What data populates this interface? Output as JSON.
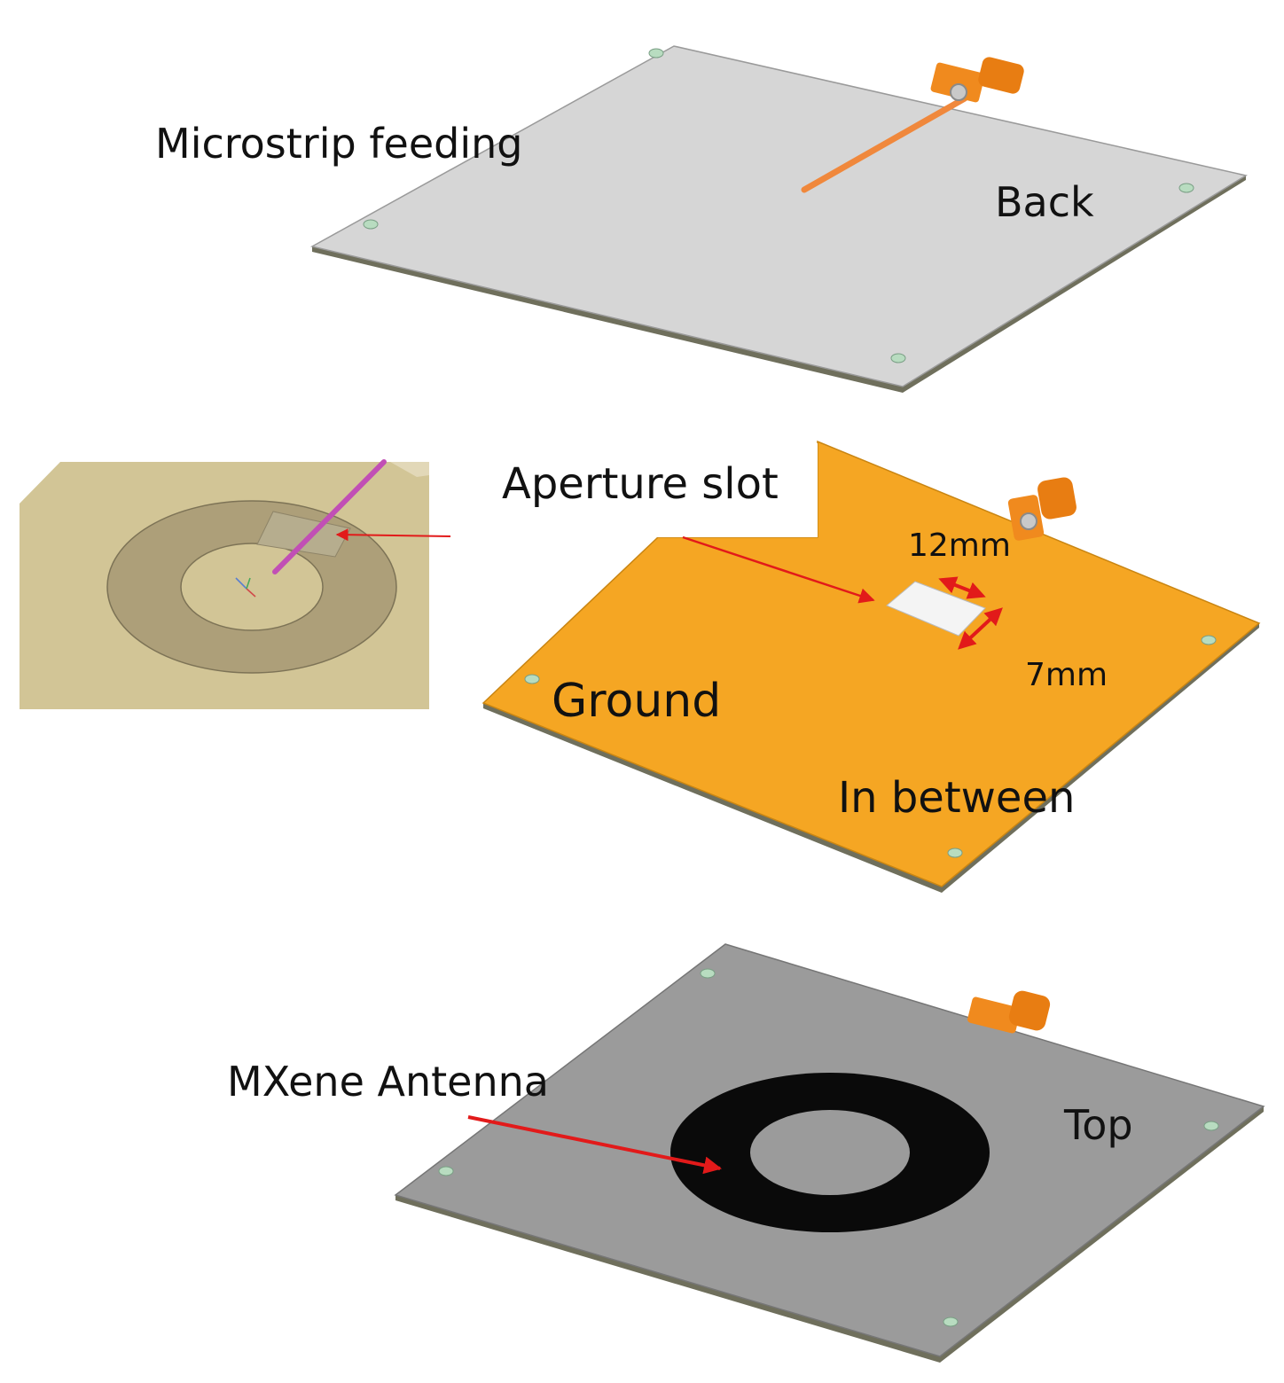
{
  "labels": {
    "microstrip_feeding": "Microstrip feeding",
    "back": "Back",
    "aperture_slot": "Aperture slot",
    "slot_length": "12mm",
    "slot_width": "7mm",
    "ground": "Ground",
    "in_between": "In between",
    "mxene_antenna": "MXene Antenna",
    "top": "Top"
  },
  "colors": {
    "back_layer": "#d6d6d6",
    "ground_layer": "#f5a623",
    "top_layer": "#9b9b9b",
    "feed_line": "#f0883c",
    "connector": "#f08a1e",
    "slot": "#f4f4f4",
    "arrow": "#e21a1a",
    "mxene_ring": "#0a0a0a",
    "inset_background": "#d2c596",
    "inset_ring": "#ad9f79",
    "inset_feed": "#c14fb5",
    "screw": "#b8dcc0"
  }
}
